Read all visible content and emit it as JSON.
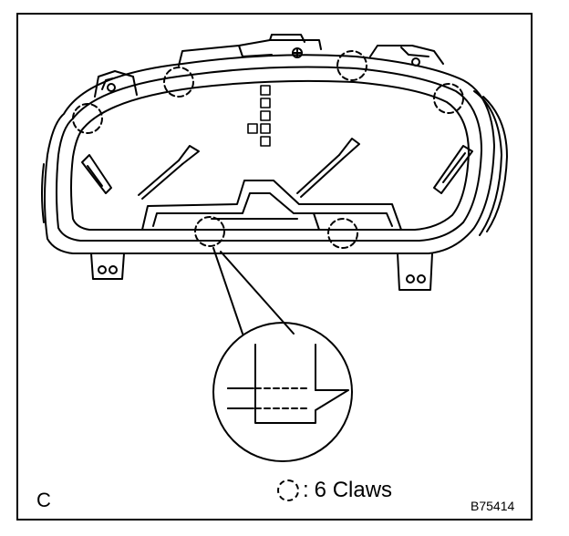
{
  "figure": {
    "panel_letter": "C",
    "figure_id": "B75414"
  },
  "legend": {
    "symbol": "dashed-circle",
    "colon": ":",
    "label": "6 Claws"
  },
  "claws": {
    "count": 6
  }
}
